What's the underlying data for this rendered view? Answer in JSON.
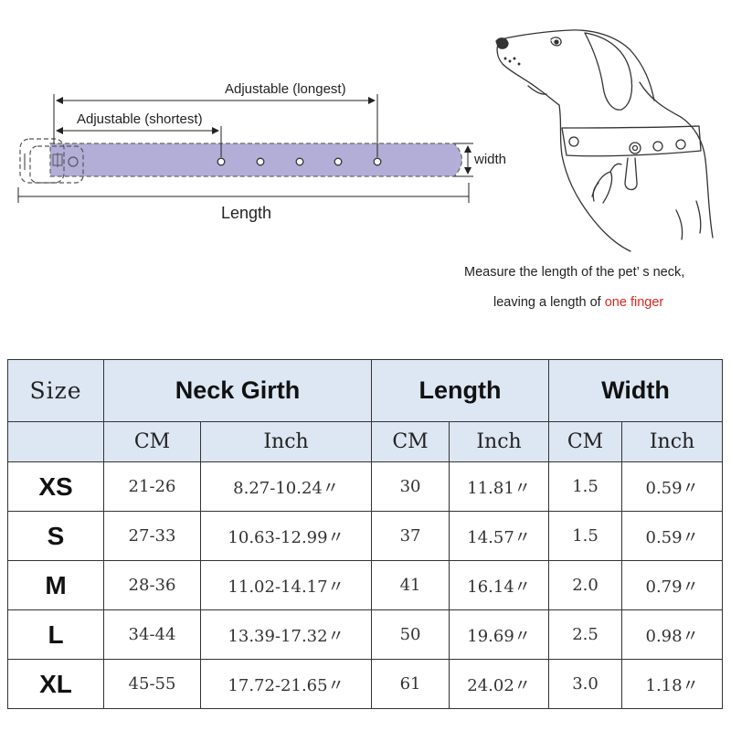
{
  "diagram": {
    "adjustable_longest": "Adjustable (longest)",
    "adjustable_shortest": "Adjustable (shortest)",
    "width_label": "width",
    "length_label": "Length"
  },
  "measure": {
    "line1": "Measure the length of the pet’ s neck,",
    "line2_prefix": "leaving a length of ",
    "line2_highlight": "one finger"
  },
  "colors": {
    "strap": "#b2aed8",
    "table_header": "#dde6f3",
    "highlight": "#e0251e"
  },
  "table": {
    "size_header": "Size",
    "neck_girth_header": "Neck Girth",
    "length_header": "Length",
    "width_header": "Width",
    "units": [
      "CM",
      "Inch",
      "CM",
      "Inch",
      "CM",
      "Inch"
    ],
    "rows": [
      {
        "size": "XS",
        "neck_cm": "21-26",
        "neck_in": "8.27-10.24〃",
        "len_cm": "30",
        "len_in": "11.81〃",
        "w_cm": "1.5",
        "w_in": "0.59〃"
      },
      {
        "size": "S",
        "neck_cm": "27-33",
        "neck_in": "10.63-12.99〃",
        "len_cm": "37",
        "len_in": "14.57〃",
        "w_cm": "1.5",
        "w_in": "0.59〃"
      },
      {
        "size": "M",
        "neck_cm": "28-36",
        "neck_in": "11.02-14.17〃",
        "len_cm": "41",
        "len_in": "16.14〃",
        "w_cm": "2.0",
        "w_in": "0.79〃"
      },
      {
        "size": "L",
        "neck_cm": "34-44",
        "neck_in": "13.39-17.32〃",
        "len_cm": "50",
        "len_in": "19.69〃",
        "w_cm": "2.5",
        "w_in": "0.98〃"
      },
      {
        "size": "XL",
        "neck_cm": "45-55",
        "neck_in": "17.72-21.65〃",
        "len_cm": "61",
        "len_in": "24.02〃",
        "w_cm": "3.0",
        "w_in": "1.18〃"
      }
    ]
  }
}
